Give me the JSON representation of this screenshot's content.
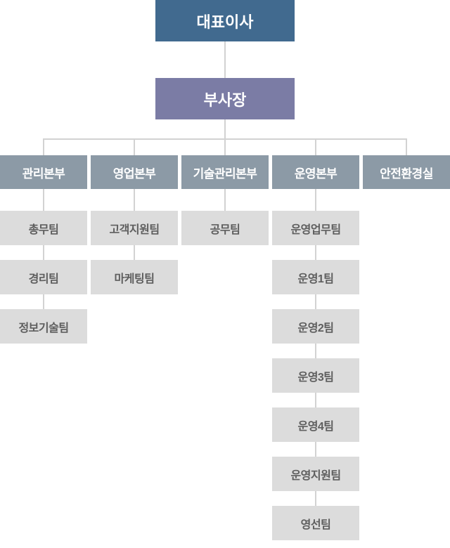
{
  "ceo": "대표이사",
  "vice_president": "부사장",
  "divisions": [
    {
      "name": "관리본부",
      "teams": [
        "총무팀",
        "경리팀",
        "정보기술팀"
      ]
    },
    {
      "name": "영업본부",
      "teams": [
        "고객지원팀",
        "마케팅팀"
      ]
    },
    {
      "name": "기술관리본부",
      "teams": [
        "공무팀"
      ]
    },
    {
      "name": "운영본부",
      "teams": [
        "운영업무팀",
        "운영1팀",
        "운영2팀",
        "운영3팀",
        "운영4팀",
        "운영지원팀",
        "영선팀"
      ]
    },
    {
      "name": "안전환경실",
      "teams": []
    }
  ],
  "colors": {
    "ceo_box": "#416a8f",
    "vp_box": "#7b7ca5",
    "division_box": "#8c9aa6",
    "team_box": "#dcdcdc",
    "team_text": "#5e5e5e",
    "connector": "#d2d2d2"
  }
}
